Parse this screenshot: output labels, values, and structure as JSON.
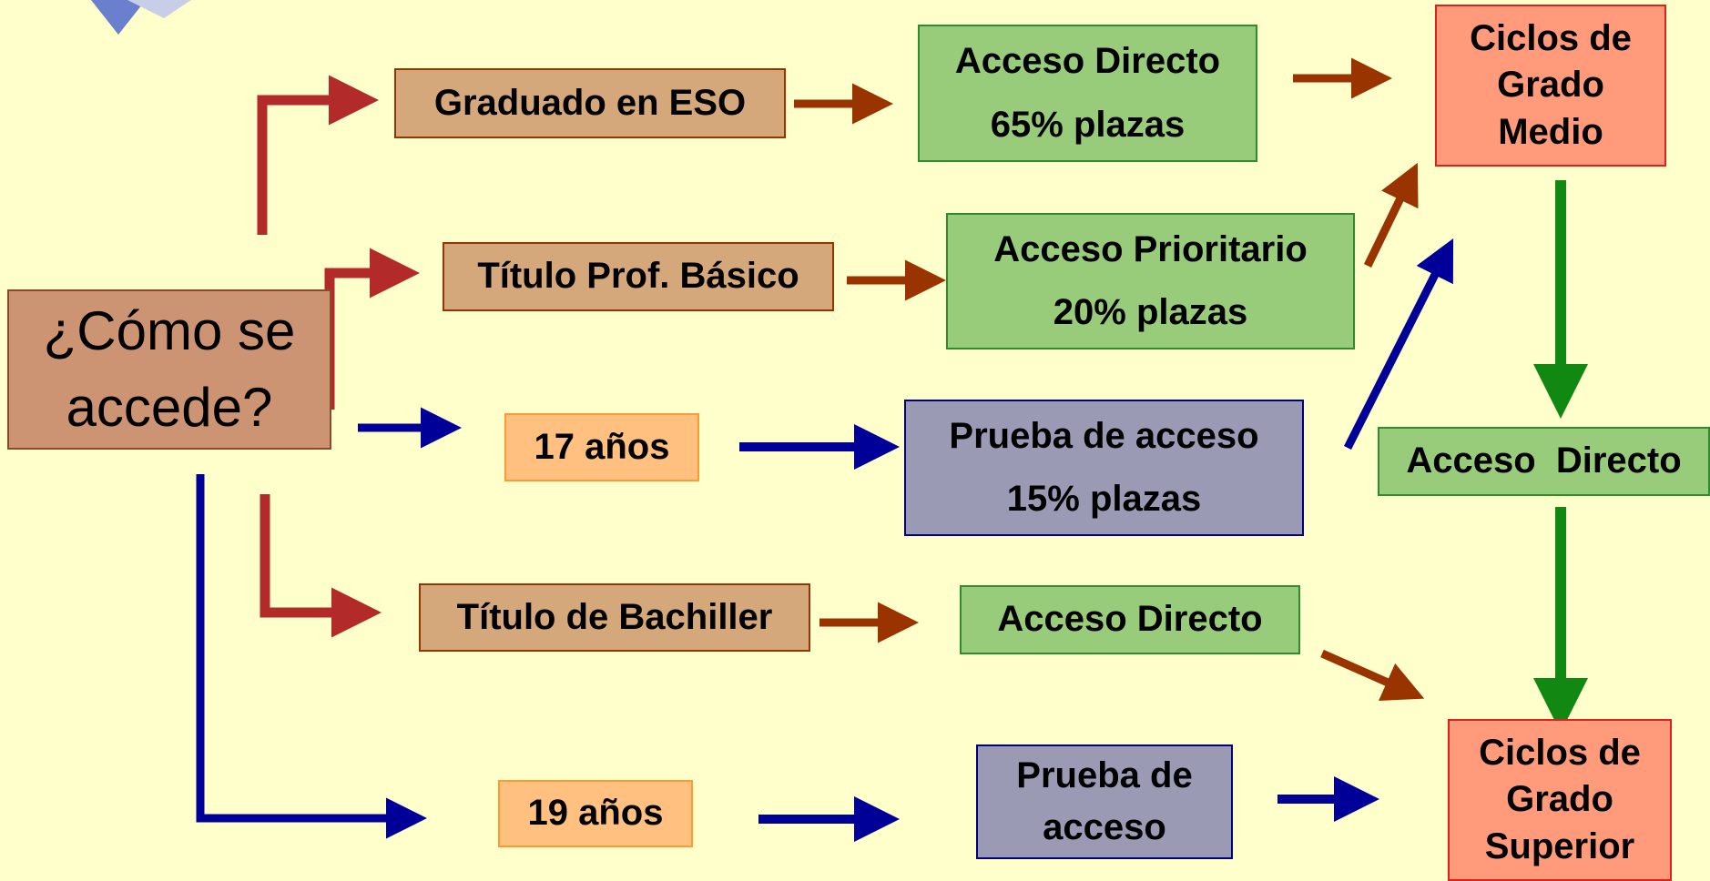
{
  "main_question": {
    "lines": [
      "¿Cómo se",
      "accede?"
    ]
  },
  "requirements": {
    "eso": "Graduado en ESO",
    "basico": "Título Prof. Básico",
    "age17": "17 años",
    "bachiller": "Título de Bachiller",
    "age19": "19 años"
  },
  "access": {
    "directo_gm": {
      "title": "Acceso Directo",
      "quota": "65% plazas"
    },
    "prioritario": {
      "title": "Acceso Prioritario",
      "quota": "20% plazas"
    },
    "prueba_gm": {
      "title": "Prueba de acceso",
      "quota": "15% plazas"
    },
    "directo_bach": "Acceso Directo",
    "prueba_gs": {
      "lines": [
        "Prueba de",
        "acceso"
      ]
    },
    "directo_gm_to_gs": "Acceso  Directo"
  },
  "targets": {
    "grado_medio": {
      "lines": [
        "Ciclos de",
        "Grado",
        "Medio"
      ]
    },
    "grado_superior": {
      "lines": [
        "Ciclos de",
        "Grado",
        "Superior"
      ]
    }
  },
  "colors": {
    "background": "#ffffcc",
    "red_arrow": "#b22a2a",
    "brown_arrow": "#993300",
    "blue_arrow": "#000099",
    "green_arrow": "#118811"
  }
}
